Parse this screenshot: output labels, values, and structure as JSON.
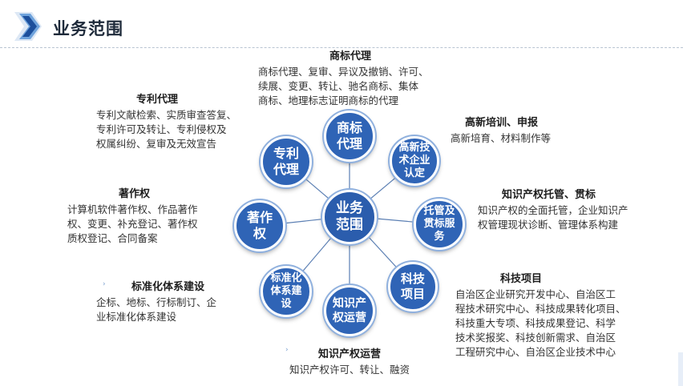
{
  "page": {
    "title": "业务范围"
  },
  "hub": {
    "label": "业务\n范围"
  },
  "nodes": [
    {
      "id": "trademark",
      "label": "商标\n代理"
    },
    {
      "id": "hightech",
      "label": "高新技\n术企业\n认定"
    },
    {
      "id": "ip-custody",
      "label": "托管及\n贯标服\n务"
    },
    {
      "id": "sci-project",
      "label": "科技\n项目"
    },
    {
      "id": "ip-operation",
      "label": "知识产\n权运营"
    },
    {
      "id": "standard",
      "label": "标准化\n体系建\n设"
    },
    {
      "id": "copyright",
      "label": "著作\n权"
    },
    {
      "id": "patent",
      "label": "专利\n代理"
    }
  ],
  "blocks": {
    "trademark": {
      "title": "商标代理",
      "desc": "商标代理、复审、异议及撤销、许可、\n续展、变更、转让、驰名商标、集体\n商标、地理标志证明商标的代理"
    },
    "patent": {
      "title": "专利代理",
      "desc": "专利文献检索、实质审查答复、\n专利许可及转让、专利侵权及\n权属纠纷、复审及无效宣告"
    },
    "hightech": {
      "title": "高新培训、申报",
      "desc": "高新培育、材料制作等"
    },
    "copyright": {
      "title": "著作权",
      "desc": "计算机软件著作权、作品著作\n权、变更、补充登记、著作权\n质权登记、合同备案"
    },
    "ip-custody": {
      "title": "知识产权托管、贯标",
      "desc": "知识产权的全面托管，企业知识产\n权管理现状诊断、管理体系构建"
    },
    "standard": {
      "title": "标准化体系建设",
      "desc": "企标、地标、行标制订、企\n业标准化体系建设"
    },
    "sci-project": {
      "title": "科技项目",
      "desc": "自治区企业研究开发中心、自治区工\n程技术研究中心、科技成果转化项目、\n科技重大专项、科技成果登记、科学\n技术奖报奖、科技创新需求、自治区\n工程研究中心、自治区企业技术中心"
    },
    "ip-operation": {
      "title": "知识产权运营",
      "desc": "知识产权许可、转让、融资"
    }
  },
  "colors": {
    "node": "#2f64b6",
    "spoke": "#5b7fb3",
    "logo_dark": "#1c4f9c",
    "logo_light": "#6fa3dc"
  }
}
